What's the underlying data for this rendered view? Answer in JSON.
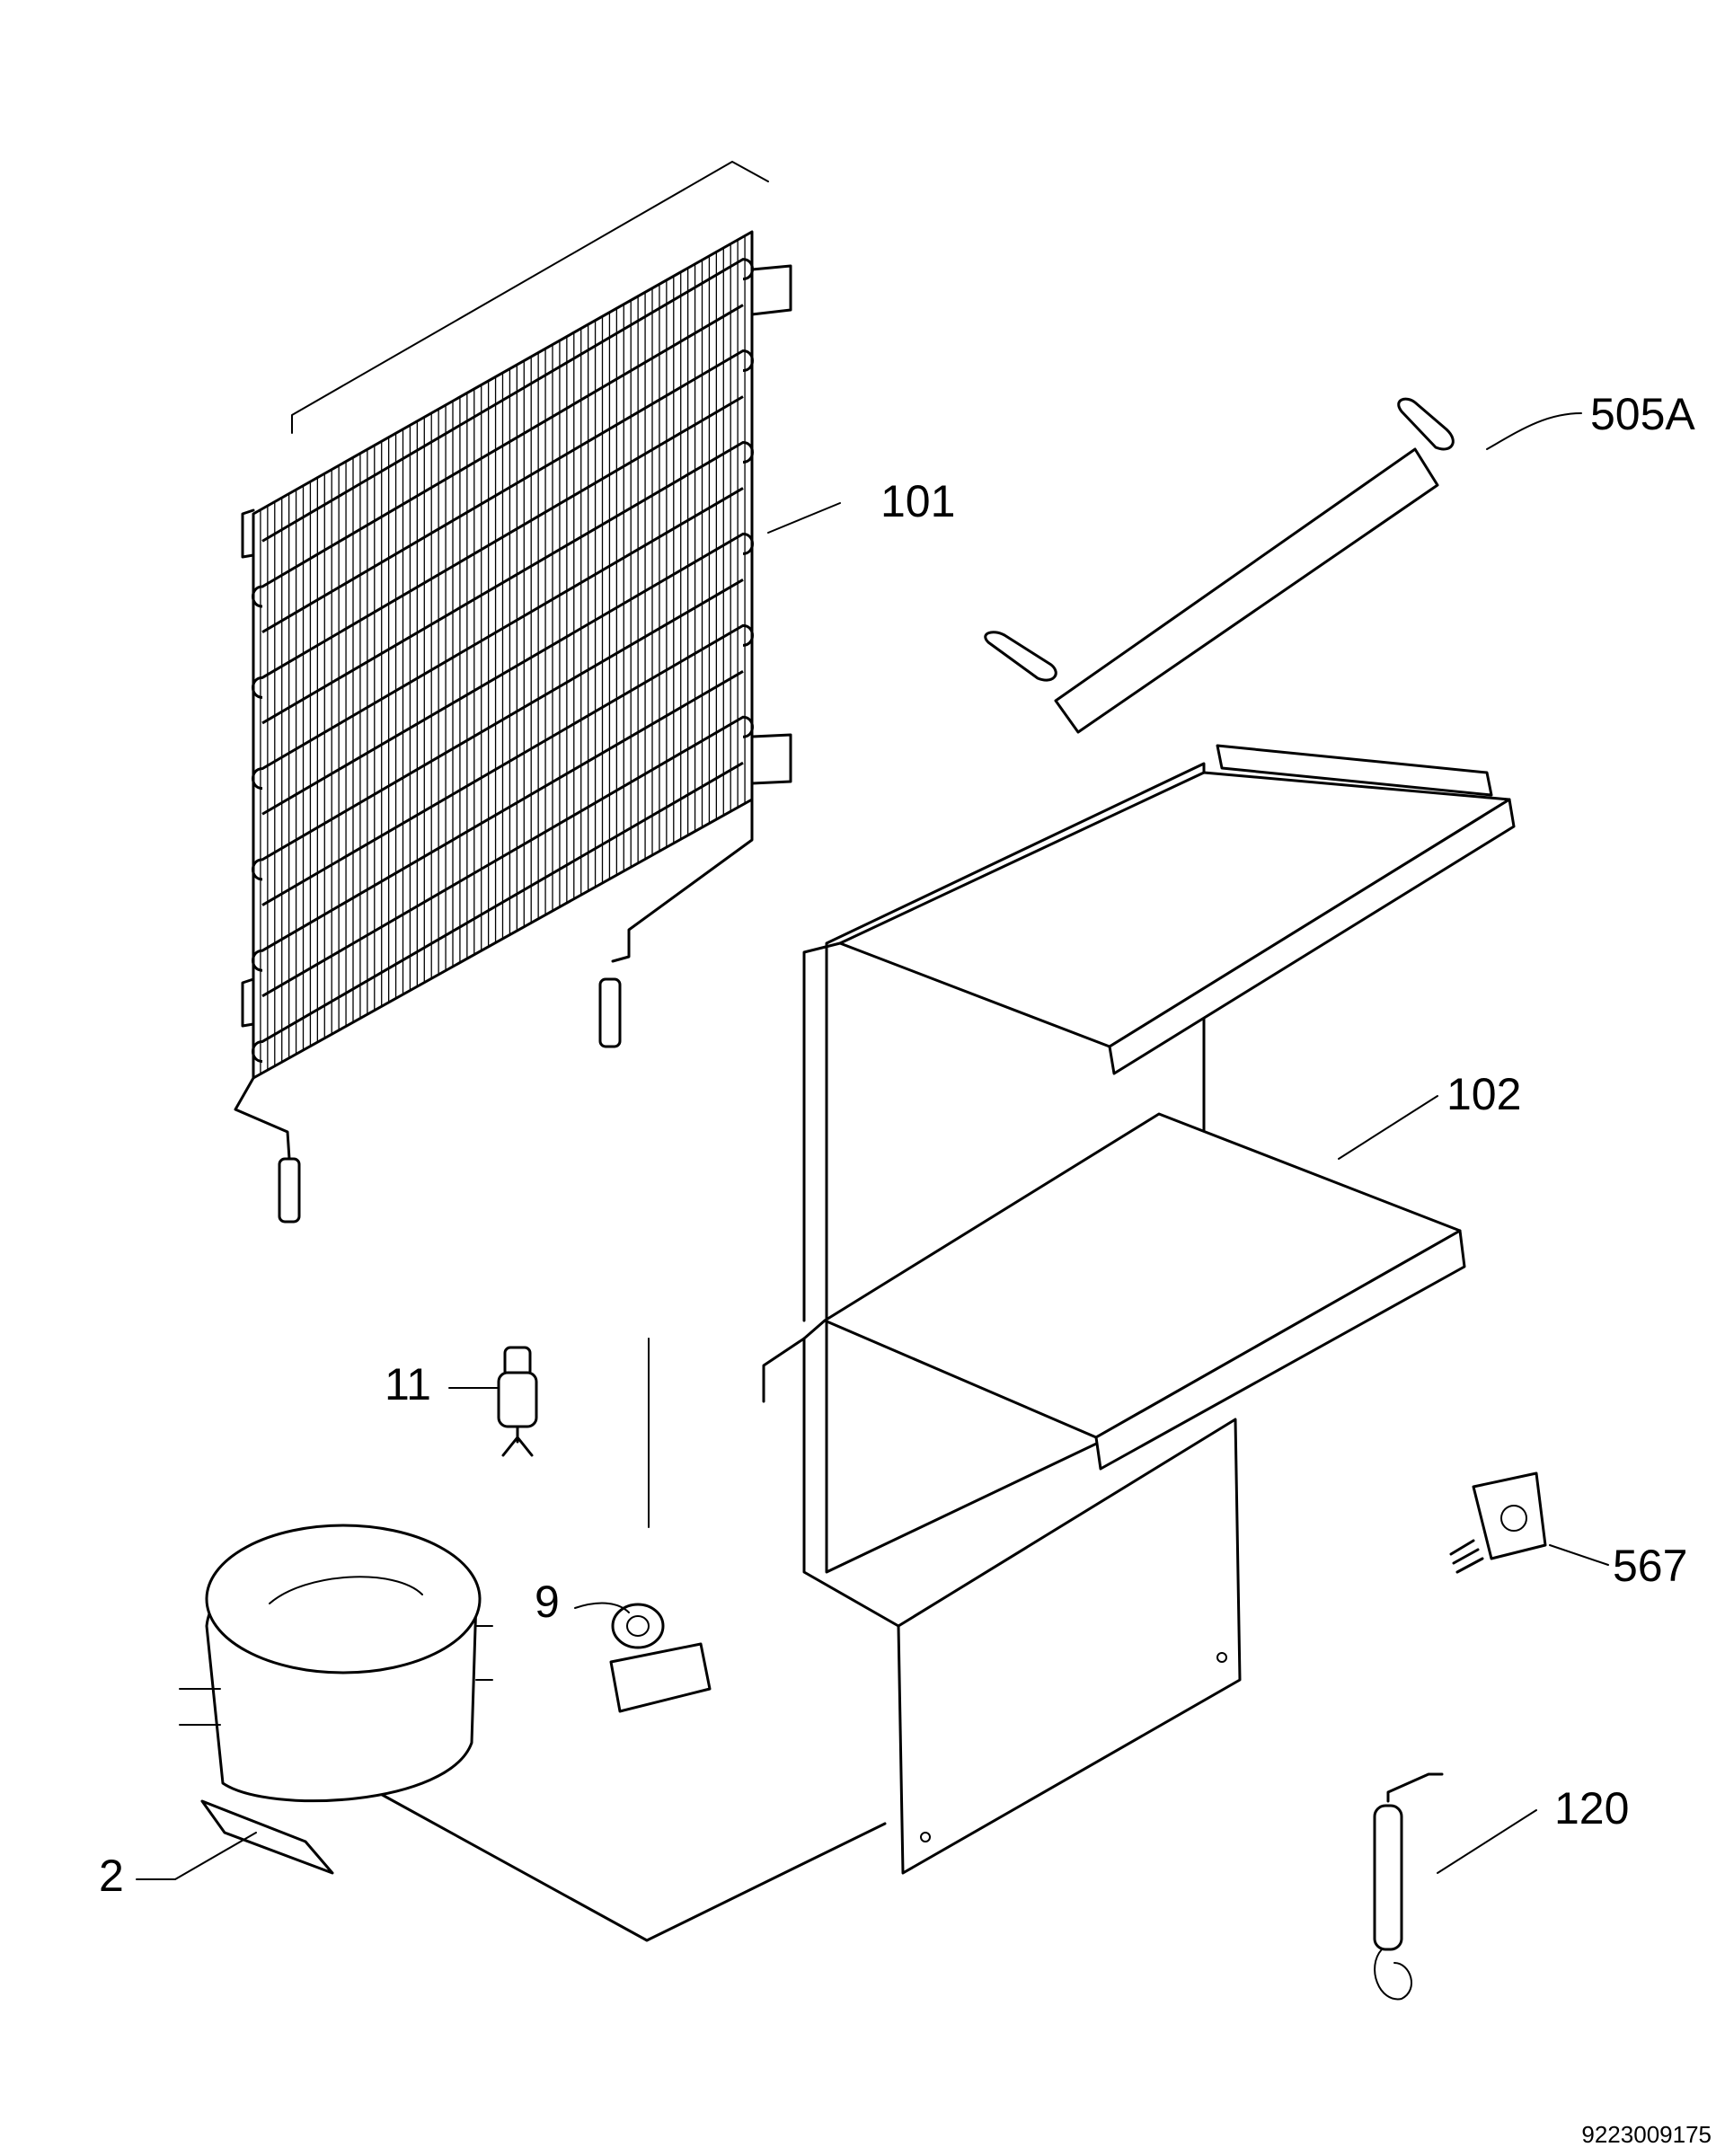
{
  "labels": {
    "condenser": "101",
    "drier_bar": "505A",
    "cabinet": "102",
    "relay": "11",
    "starter": "9",
    "compressor": "2",
    "clip": "567",
    "filter": "120"
  },
  "document_number": "9223009175"
}
